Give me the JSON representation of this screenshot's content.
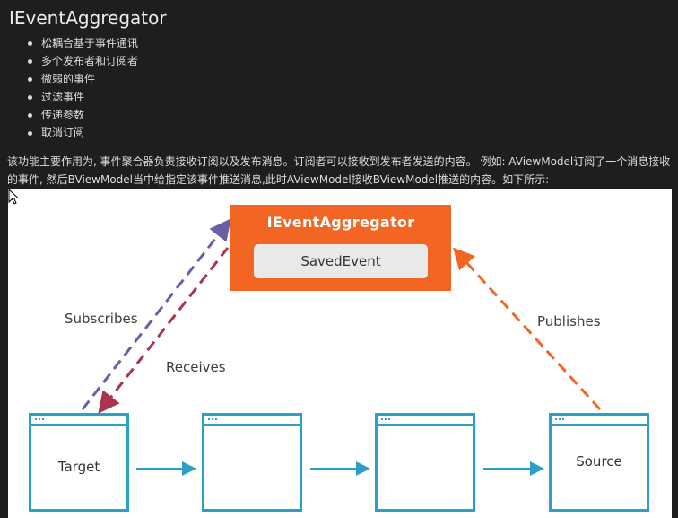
{
  "page": {
    "title": "IEventAggregator",
    "bullets": [
      "松耦合基于事件通讯",
      "多个发布者和订阅者",
      "微弱的事件",
      "过滤事件",
      "传递参数",
      "取消订阅"
    ],
    "paragraph": "该功能主要作用为, 事件聚合器负责接收订阅以及发布消息。订阅者可以接收到发布者发送的内容。 例如: AViewModel订阅了一个消息接收的事件, 然后BViewModel当中给指定该事件推送消息,此时AViewModel接收BViewModel推送的内容。如下所示:"
  },
  "diagram": {
    "aggregator_title": "IEventAggregator",
    "event_label": "SavedEvent",
    "subscribes_label": "Subscribes",
    "receives_label": "Receives",
    "publishes_label": "Publishes",
    "windows": [
      "Target",
      "",
      "",
      "Source"
    ],
    "colors": {
      "aggregator": "#f26522",
      "event_box": "#e9e9e9",
      "window_border": "#2b9fc7",
      "subscribes_arrow": "#6a5fa6",
      "receives_arrow": "#a8344e",
      "publishes_arrow": "#f26522",
      "flow_arrow": "#2b9fc7"
    }
  }
}
